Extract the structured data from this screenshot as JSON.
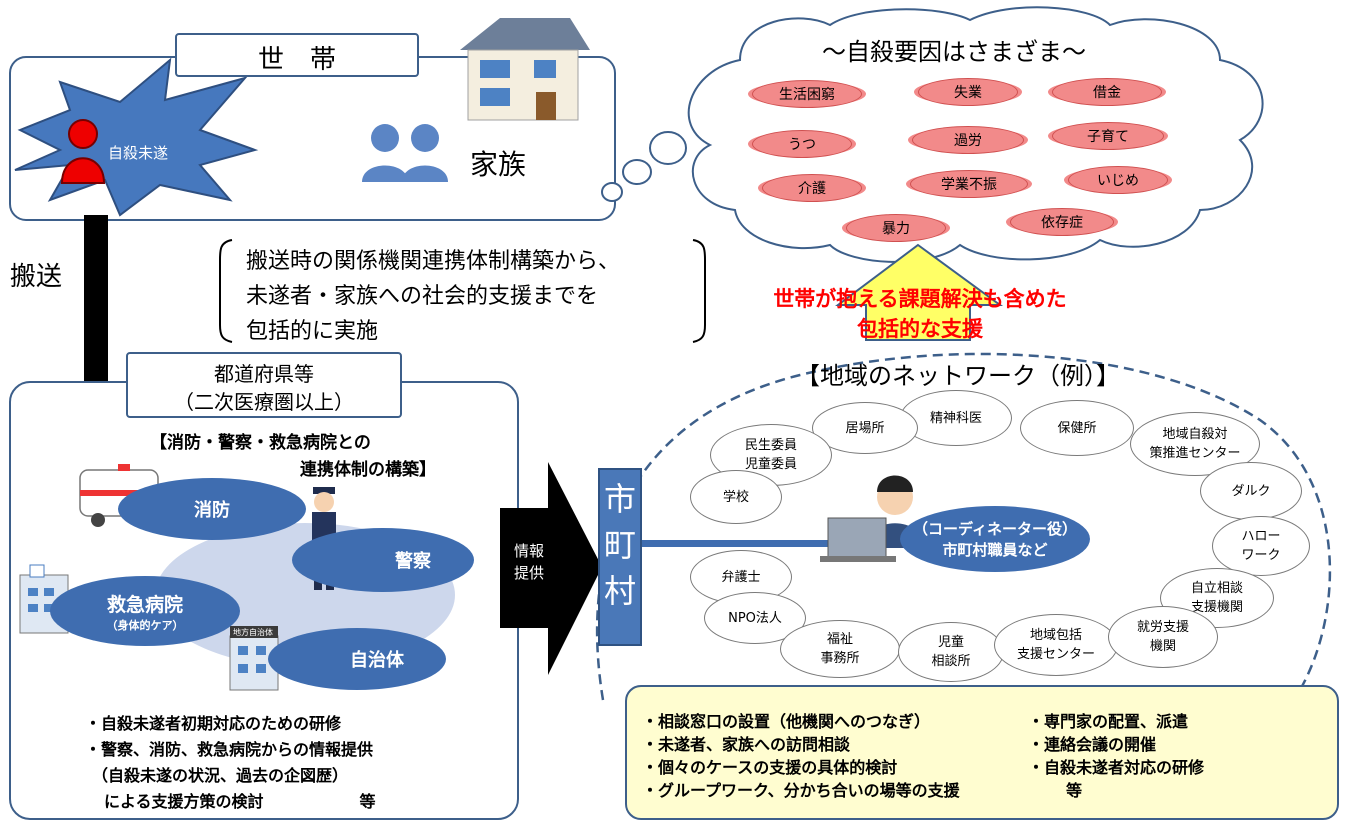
{
  "household": {
    "title": "世　帯",
    "suicide_attempt": "自殺未遂",
    "family": "家族"
  },
  "transport_label": "搬送",
  "bracket_note": {
    "lines": [
      "搬送時の関係機関連携体制構築から、",
      "未遂者・家族への社会的支援までを",
      "包括的に実施"
    ]
  },
  "cloud": {
    "title": "～自殺要因はさまざま～",
    "factors": [
      "生活困窮",
      "失業",
      "借金",
      "うつ",
      "過労",
      "子育て",
      "介護",
      "学業不振",
      "いじめ",
      "暴力",
      "依存症"
    ]
  },
  "support_arrow": {
    "line1": "世帯が抱える課題解決も含めた",
    "line2": "包括的な支援"
  },
  "prefecture": {
    "title1": "都道府県等",
    "title2": "（二次医療圏以上）",
    "heading1": "【消防・警察・救急病院との",
    "heading2": "連携体制の構築】",
    "fire": "消防",
    "police": "警察",
    "hospital": "救急病院",
    "hospital_sub": "（身体的ケア）",
    "municipality": "自治体",
    "municipality_sign": "地方自治体",
    "notes": [
      "・自殺未遂者初期対応のための研修",
      "・警察、消防、救急病院からの情報提供",
      "（自殺未遂の状況、過去の企図歴）",
      "による支援方策の検討　　　　　　等"
    ]
  },
  "info_arrow": {
    "line1": "情報",
    "line2": "提供"
  },
  "city": "市\n町\n村",
  "network": {
    "title": "【地域のネットワーク（例）】",
    "coordinator1": "（コーディネーター役）",
    "coordinator2": "市町村職員など",
    "nodes": [
      "精神科医",
      "居場所",
      "保健所",
      "民生委員\n児童委員",
      "地域自殺対\n策推進センター",
      "学校",
      "ダルク",
      "ハロー\nワーク",
      "弁護士",
      "自立相談\n支援機関",
      "NPO法人",
      "福祉\n事務所",
      "児童\n相談所",
      "地域包括\n支援センター",
      "就労支援\n機関"
    ]
  },
  "measures": {
    "left": [
      "・相談窓口の設置（他機関へのつなぎ）",
      "・未遂者、家族への訪問相談",
      "・個々のケースの支援の具体的検討",
      "・グループワーク、分かち合いの場等の支援"
    ],
    "right": [
      "・専門家の配置、派遣",
      "・連絡会議の開催",
      "・自殺未遂者対応の研修"
    ],
    "etc": "等"
  }
}
